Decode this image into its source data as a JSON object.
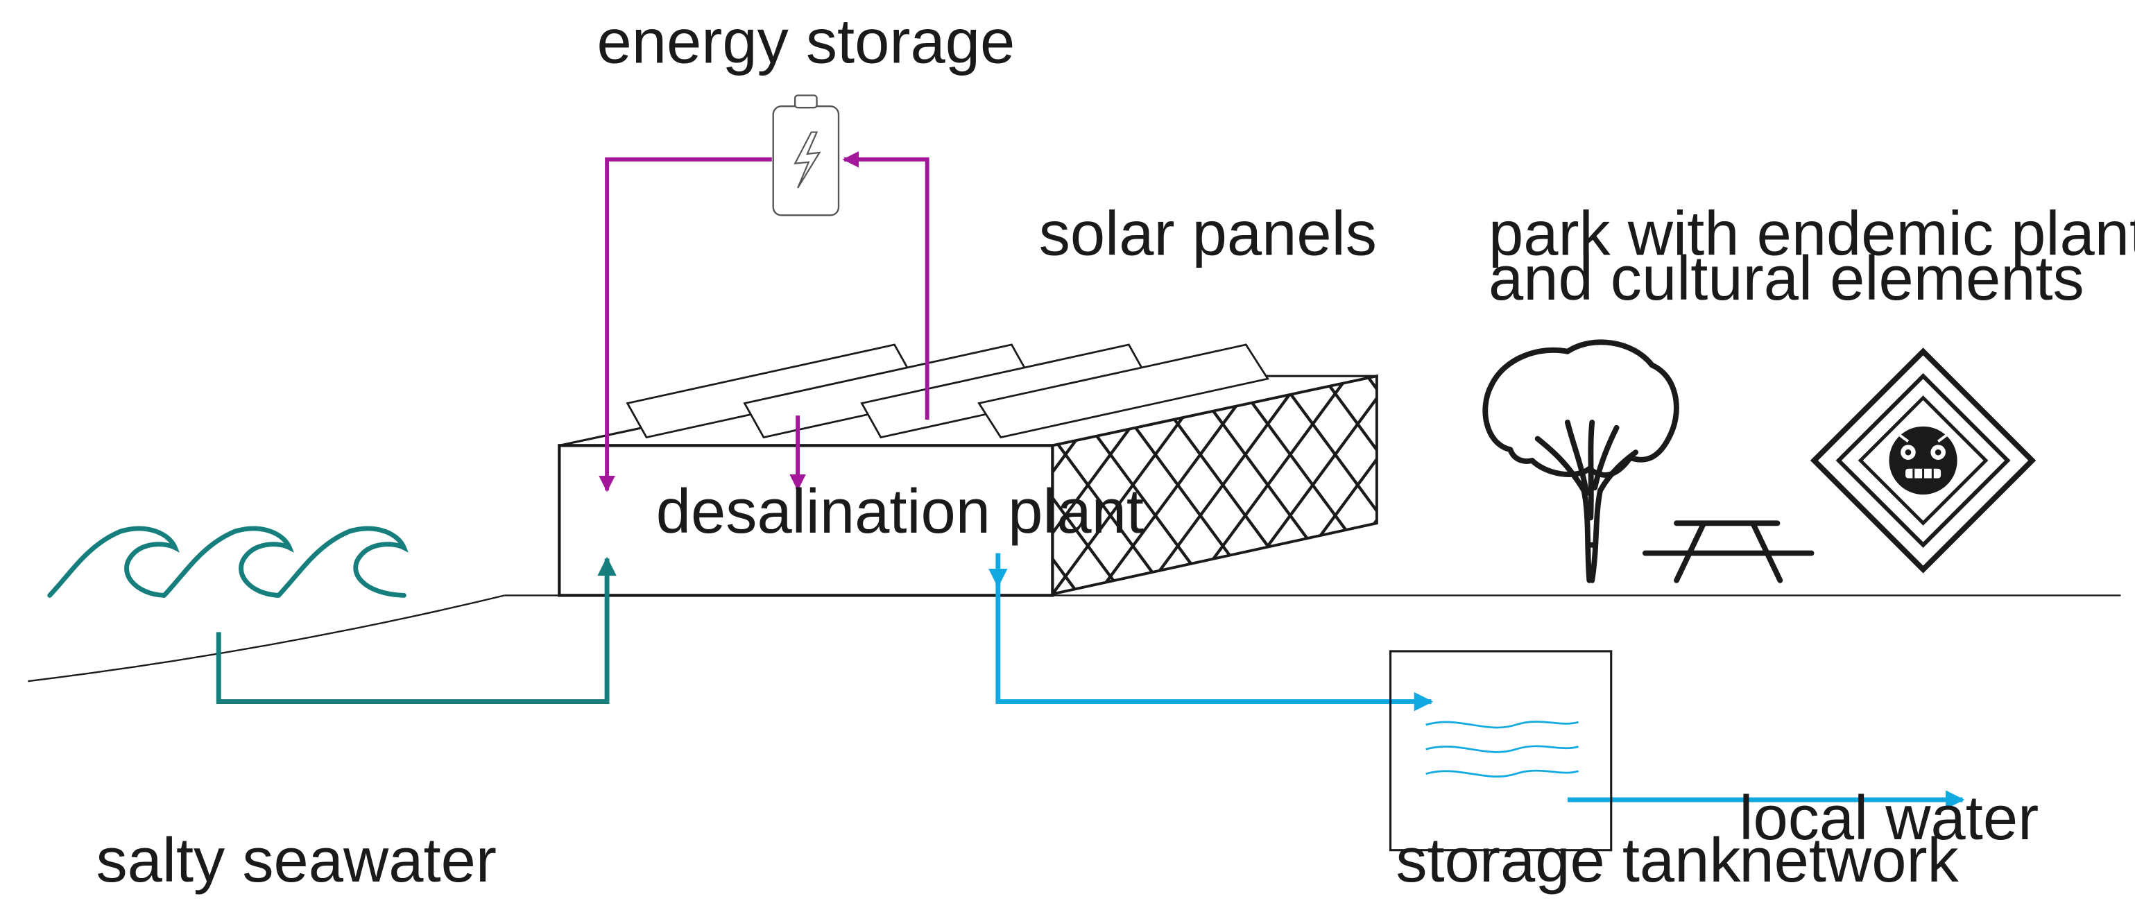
{
  "labels": {
    "energy_storage": "energy storage",
    "solar_panels": "solar panels",
    "park_line1": "park with endemic plants",
    "park_line2": "and cultural elements",
    "desalination_plant": "desalination plant",
    "salty_seawater": "salty seawater",
    "storage_tank": "storage tank",
    "local_water_line1": "local water",
    "local_water_line2": "network"
  },
  "colors": {
    "energy_flow": "#a3189b",
    "seawater_flow": "#167f7e",
    "fresh_water_flow": "#12a9e1",
    "outline": "#1a1a1a",
    "battery_outline": "#555555"
  },
  "icons": {
    "battery": "battery-charging-icon",
    "waves": "waves-icon",
    "tree": "tree-icon",
    "picnic_table": "picnic-table-icon",
    "cultural_emblem": "cultural-emblem-icon",
    "water": "water-waves-icon"
  }
}
